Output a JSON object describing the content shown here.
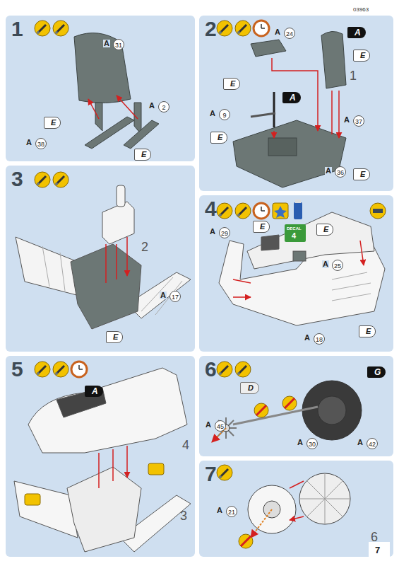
{
  "diagram": {
    "nodes": [
      {
        "text": [
          "1"
        ]
      },
      {
        "text": [
          "2"
        ]
      },
      {
        "text": [
          "3"
        ]
      },
      {
        "text": [
          "4"
        ]
      },
      {
        "text": [
          "5"
        ]
      },
      {
        "text": [
          "6"
        ]
      },
      {
        "text": [
          "7"
        ]
      }
    ],
    "labels": [
      "03963",
      "A",
      "31",
      "A",
      "2",
      "A",
      "38",
      "E",
      "E",
      "A",
      "24",
      "A",
      "E",
      "E",
      "1",
      "A",
      "9",
      "A",
      "A",
      "37",
      "E",
      "A",
      "36",
      "E",
      "2",
      "A",
      "17",
      "E",
      "A",
      "29",
      "E",
      "DECAL",
      "4",
      "E",
      "A",
      "25",
      "A",
      "18",
      "E",
      "A",
      "4",
      "3",
      "G",
      "D",
      "A",
      "45",
      "A",
      "30",
      "A",
      "42",
      "A",
      "21",
      "6",
      "7"
    ]
  }
}
